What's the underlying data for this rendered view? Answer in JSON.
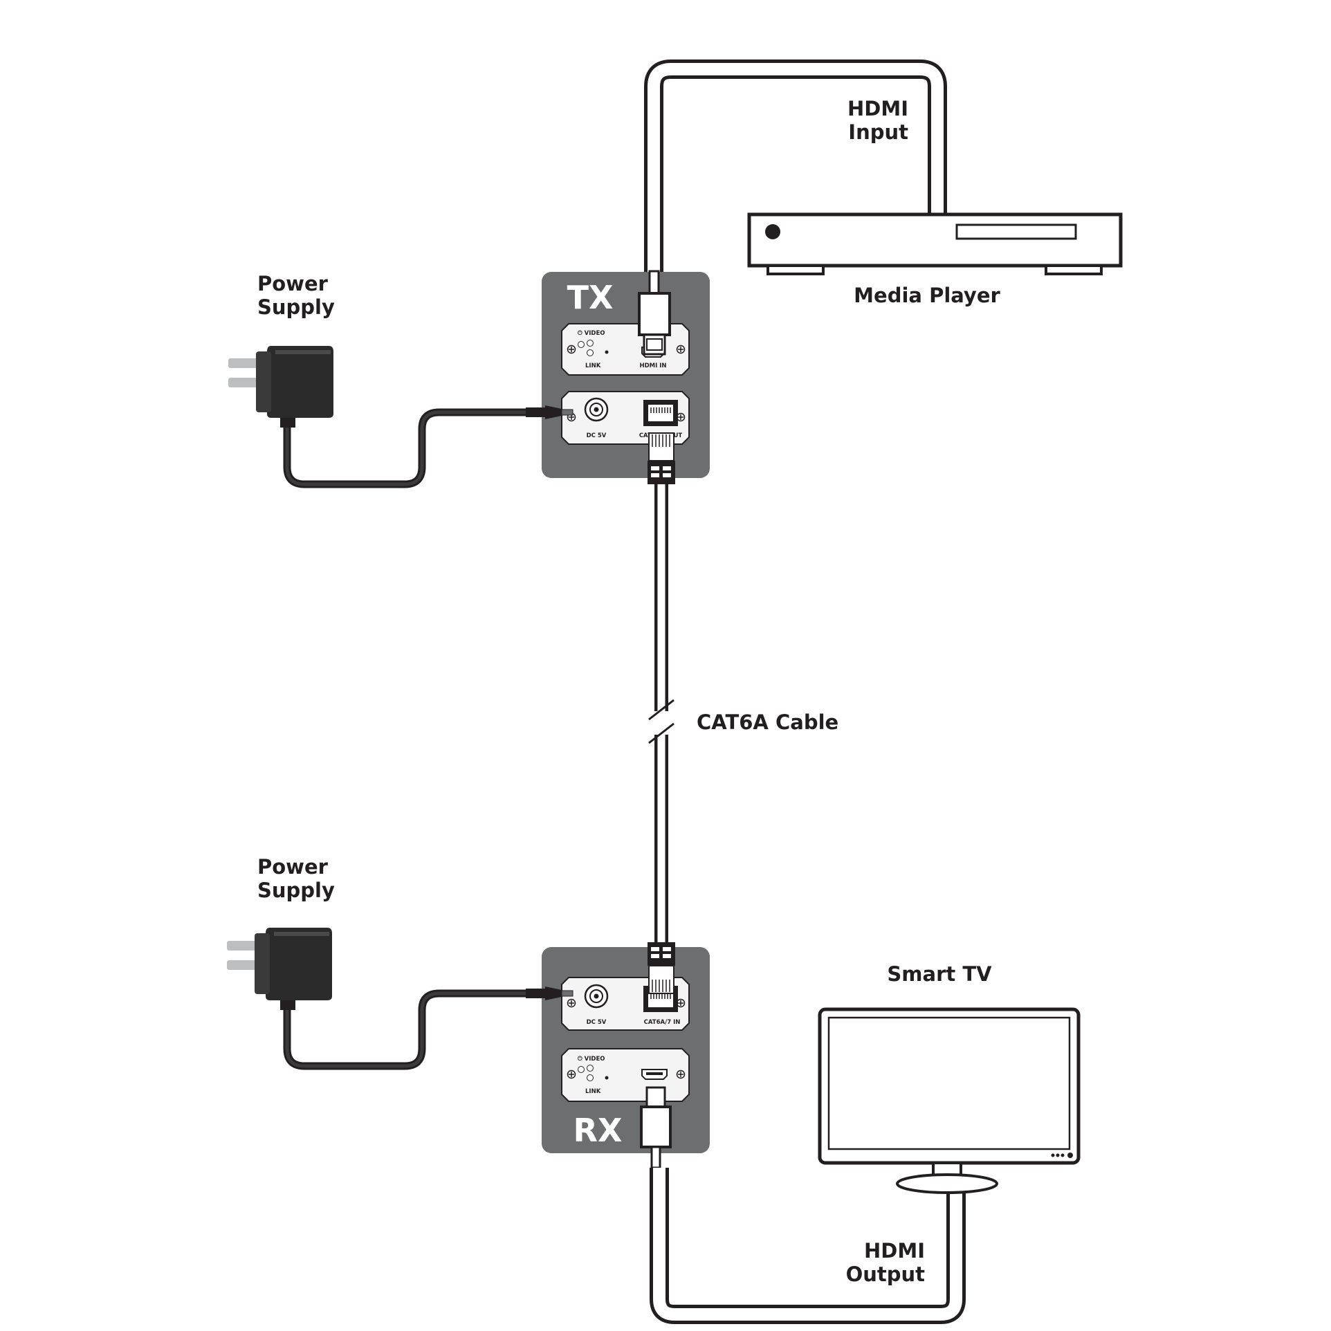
{
  "labels": {
    "hdmi_input": [
      "HDMI",
      "Input"
    ],
    "media_player": "Media Player",
    "power_supply_tx": [
      "Power",
      "Supply"
    ],
    "power_supply_rx": [
      "Power",
      "Supply"
    ],
    "cable": "CAT6A Cable",
    "smart_tv": "Smart TV",
    "hdmi_output": [
      "HDMI",
      "Output"
    ]
  },
  "tx": {
    "name": "TX",
    "top_panel": {
      "video": "⏻ VIDEO",
      "link": "LINK",
      "hdmi_port": "HDMI IN"
    },
    "bottom_panel": {
      "dc": "DC 5V",
      "cat_port": "CAT6A/7 OUT"
    }
  },
  "rx": {
    "name": "RX",
    "top_panel": {
      "dc": "DC 5V",
      "cat_port": "CAT6A/7 IN"
    },
    "bottom_panel": {
      "video": "⏻ VIDEO",
      "link": "LINK"
    }
  },
  "colors": {
    "unit_body": "#6d6e70",
    "panel": "#f4f4f4",
    "cable_dark": "#231f20",
    "adapter": "#2b2b2b"
  }
}
